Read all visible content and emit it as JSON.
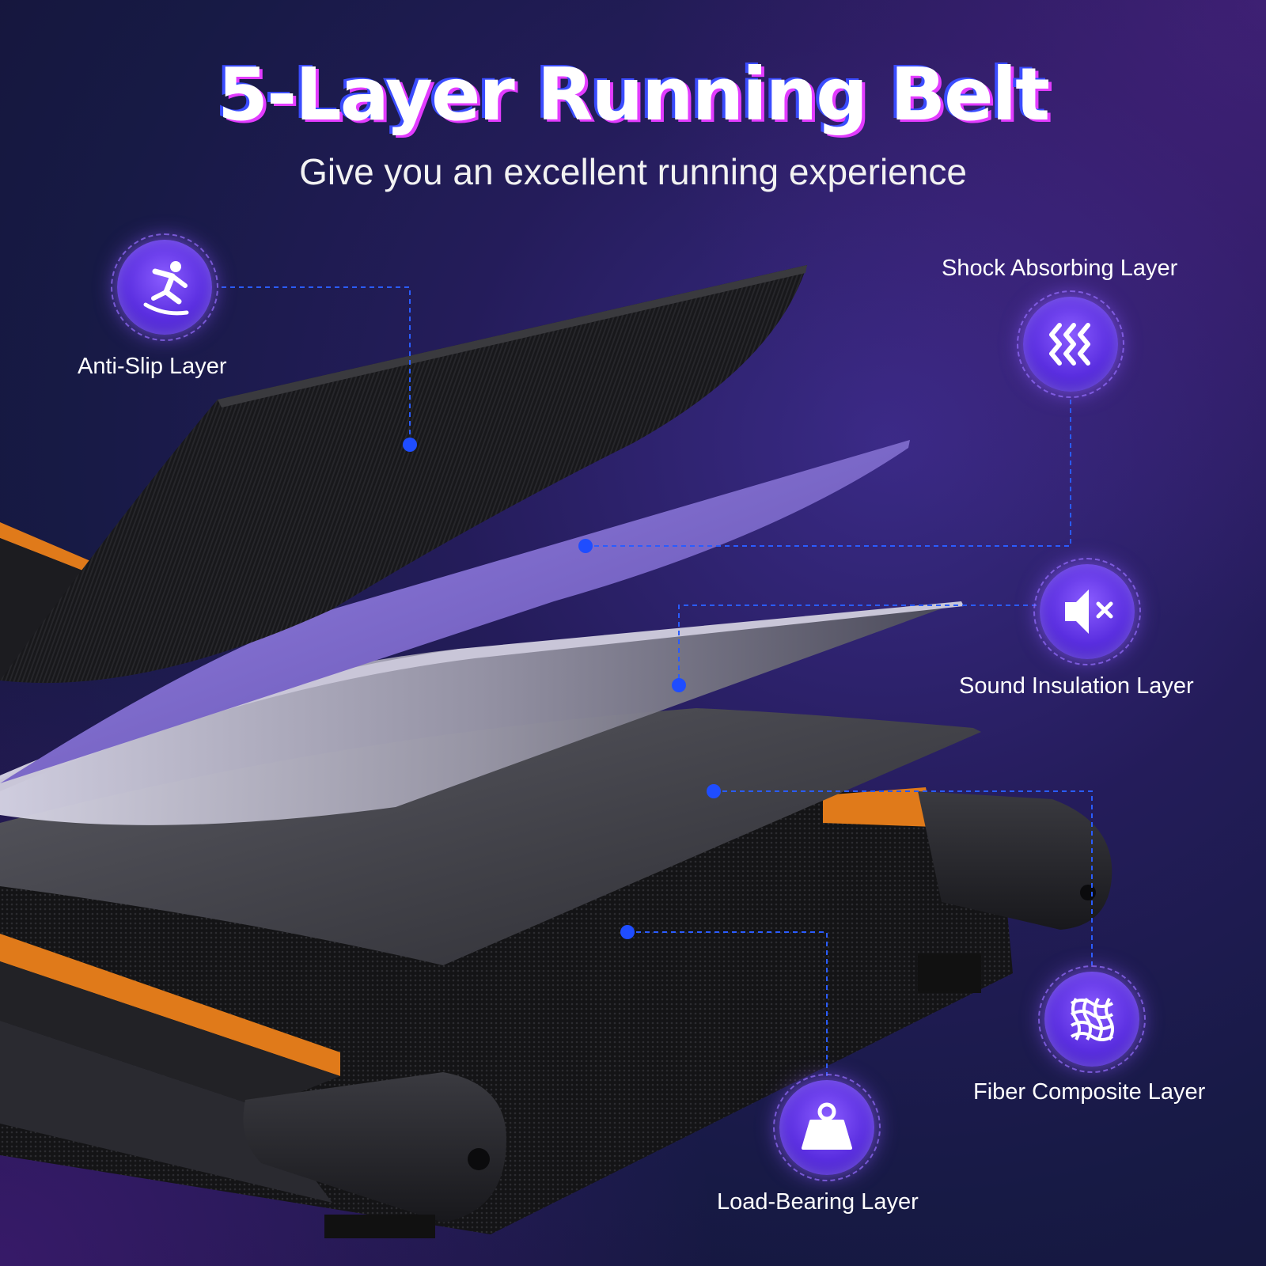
{
  "title": "5-Layer Running Belt",
  "subtitle": "Give you an excellent running experience",
  "layers": {
    "anti_slip": {
      "label": "Anti-Slip Layer",
      "icon": "slip-person-icon"
    },
    "shock_absorbing": {
      "label": "Shock Absorbing Layer",
      "icon": "wave-lines-icon"
    },
    "sound_insulation": {
      "label": "Sound Insulation Layer",
      "icon": "speaker-mute-icon"
    },
    "fiber_composite": {
      "label": "Fiber Composite Layer",
      "icon": "woven-fiber-icon"
    },
    "load_bearing": {
      "label": "Load-Bearing Layer",
      "icon": "weight-icon"
    }
  },
  "colors": {
    "accent": "#6a3cff",
    "connector": "#2a5cff",
    "stripe": "#e07a1a"
  }
}
